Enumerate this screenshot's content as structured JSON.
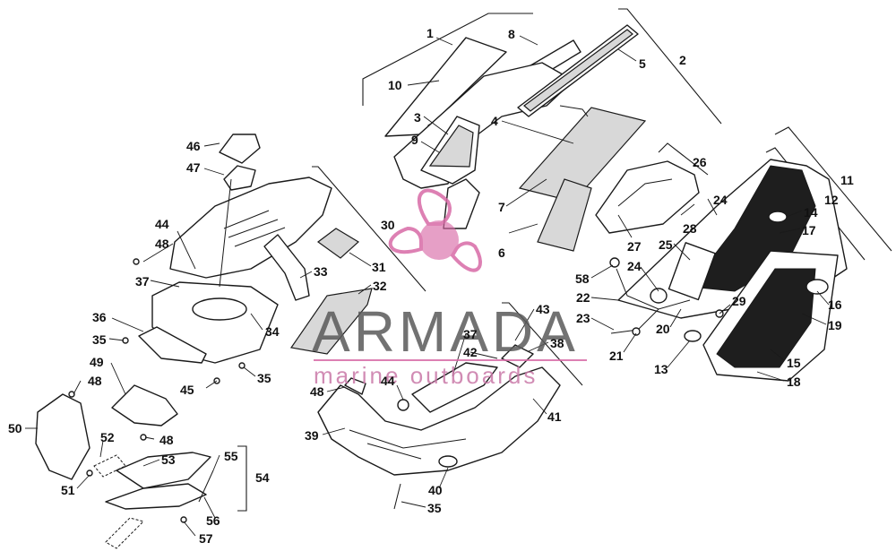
{
  "watermark": {
    "brand": "ARMADA",
    "tagline": "marine outboards",
    "accent_color": "#d86aa6",
    "text_color": "#5a5a5a"
  },
  "callouts": [
    {
      "id": "c1",
      "label": "1"
    },
    {
      "id": "c2",
      "label": "2"
    },
    {
      "id": "c3",
      "label": "3"
    },
    {
      "id": "c4",
      "label": "4"
    },
    {
      "id": "c5",
      "label": "5"
    },
    {
      "id": "c6",
      "label": "6"
    },
    {
      "id": "c7",
      "label": "7"
    },
    {
      "id": "c8",
      "label": "8"
    },
    {
      "id": "c9",
      "label": "9"
    },
    {
      "id": "c10",
      "label": "10"
    },
    {
      "id": "c11",
      "label": "11"
    },
    {
      "id": "c12",
      "label": "12"
    },
    {
      "id": "c13",
      "label": "13"
    },
    {
      "id": "c14",
      "label": "14"
    },
    {
      "id": "c15",
      "label": "15"
    },
    {
      "id": "c16",
      "label": "16"
    },
    {
      "id": "c17",
      "label": "17"
    },
    {
      "id": "c18",
      "label": "18"
    },
    {
      "id": "c19",
      "label": "19"
    },
    {
      "id": "c20",
      "label": "20"
    },
    {
      "id": "c21",
      "label": "21"
    },
    {
      "id": "c22",
      "label": "22"
    },
    {
      "id": "c23",
      "label": "23"
    },
    {
      "id": "c24a",
      "label": "24"
    },
    {
      "id": "c24b",
      "label": "24"
    },
    {
      "id": "c25",
      "label": "25"
    },
    {
      "id": "c26",
      "label": "26"
    },
    {
      "id": "c27",
      "label": "27"
    },
    {
      "id": "c28",
      "label": "28"
    },
    {
      "id": "c29",
      "label": "29"
    },
    {
      "id": "c30",
      "label": "30"
    },
    {
      "id": "c31",
      "label": "31"
    },
    {
      "id": "c32",
      "label": "32"
    },
    {
      "id": "c33",
      "label": "33"
    },
    {
      "id": "c34",
      "label": "34"
    },
    {
      "id": "c35a",
      "label": "35"
    },
    {
      "id": "c35b",
      "label": "35"
    },
    {
      "id": "c35c",
      "label": "35"
    },
    {
      "id": "c36",
      "label": "36"
    },
    {
      "id": "c37a",
      "label": "37"
    },
    {
      "id": "c37b",
      "label": "37"
    },
    {
      "id": "c38",
      "label": "38"
    },
    {
      "id": "c39",
      "label": "39"
    },
    {
      "id": "c40",
      "label": "40"
    },
    {
      "id": "c41",
      "label": "41"
    },
    {
      "id": "c42",
      "label": "42"
    },
    {
      "id": "c43",
      "label": "43"
    },
    {
      "id": "c44a",
      "label": "44"
    },
    {
      "id": "c44b",
      "label": "44"
    },
    {
      "id": "c45",
      "label": "45"
    },
    {
      "id": "c46",
      "label": "46"
    },
    {
      "id": "c47",
      "label": "47"
    },
    {
      "id": "c48a",
      "label": "48"
    },
    {
      "id": "c48b",
      "label": "48"
    },
    {
      "id": "c48c",
      "label": "48"
    },
    {
      "id": "c48d",
      "label": "48"
    },
    {
      "id": "c49",
      "label": "49"
    },
    {
      "id": "c50",
      "label": "50"
    },
    {
      "id": "c51",
      "label": "51"
    },
    {
      "id": "c52",
      "label": "52"
    },
    {
      "id": "c53",
      "label": "53"
    },
    {
      "id": "c54",
      "label": "54"
    },
    {
      "id": "c55",
      "label": "55"
    },
    {
      "id": "c56",
      "label": "56"
    },
    {
      "id": "c57",
      "label": "57"
    },
    {
      "id": "c58",
      "label": "58"
    }
  ]
}
